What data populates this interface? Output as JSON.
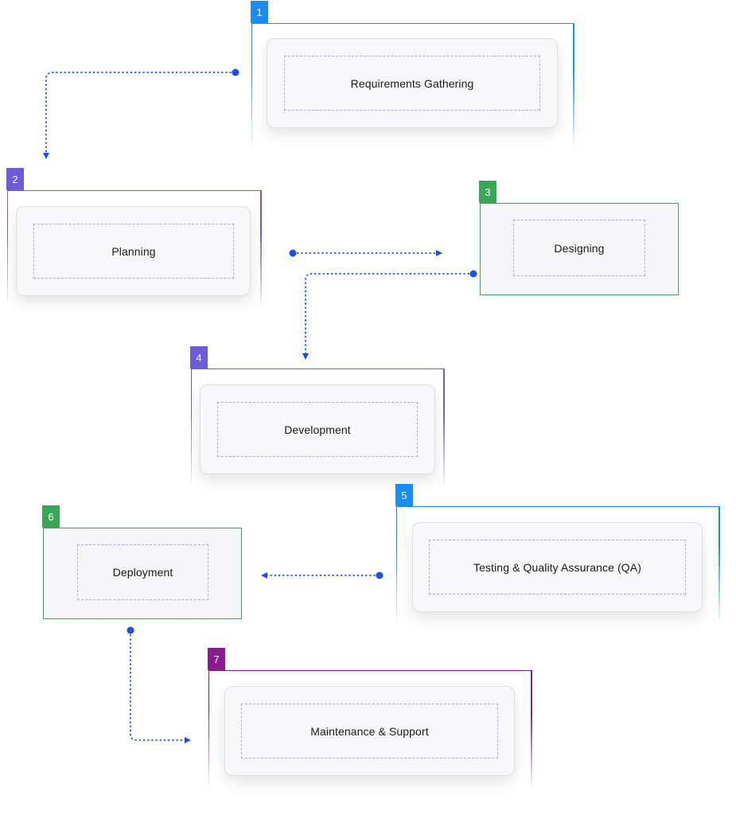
{
  "colors": {
    "blue": "#1a8cff",
    "purple": "#6e5bd9",
    "green": "#3aa657",
    "magenta": "#8a1b94",
    "connector": "#1d4ef5",
    "dashed_inner": "#b4a4ef"
  },
  "steps": [
    {
      "number": "1",
      "label": "Requirements Gathering",
      "color": "#1a8cff"
    },
    {
      "number": "2",
      "label": "Planning",
      "color": "#6e5bd9"
    },
    {
      "number": "3",
      "label": "Designing",
      "color": "#3aa657"
    },
    {
      "number": "4",
      "label": "Development",
      "color": "#6e5bd9"
    },
    {
      "number": "5",
      "label": "Testing & Quality Assurance (QA)",
      "color": "#1a8cff"
    },
    {
      "number": "6",
      "label": "Deployment",
      "color": "#3aa657"
    },
    {
      "number": "7",
      "label": "Maintenance & Support",
      "color": "#8a1b94"
    }
  ]
}
